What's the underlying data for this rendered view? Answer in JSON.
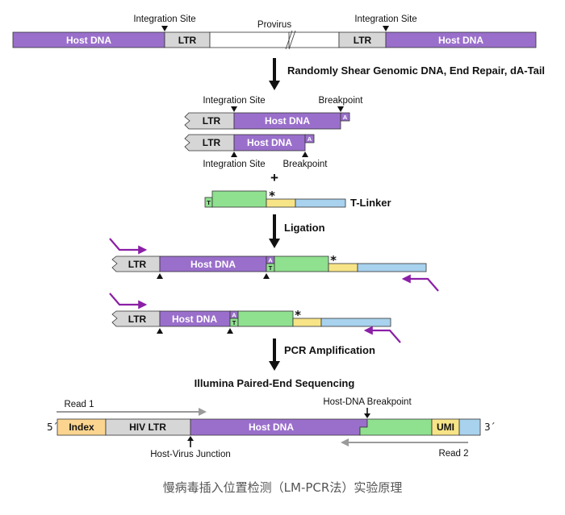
{
  "colors": {
    "host_dna": "#9a6fcb",
    "ltr": "#d6d6d6",
    "green": "#8fe08f",
    "yellow": "#f7e487",
    "blue": "#a8d2ee",
    "orange": "#fbd590",
    "primer": "#8b1fa6",
    "read": "#9a9a9a"
  },
  "labels": {
    "integration_site": "Integration Site",
    "provirus": "Provirus",
    "host_dna": "Host DNA",
    "ltr": "LTR",
    "breakpoint": "Breakpoint",
    "plus": "+",
    "t_linker": "T-Linker",
    "a": "A",
    "t": "T",
    "star": "*",
    "index": "Index",
    "hiv_ltr": "HIV LTR",
    "umi": "UMI",
    "five_prime": "5´",
    "three_prime": "3´",
    "read1": "Read 1",
    "read2": "Read 2",
    "host_dna_breakpoint": "Host-DNA Breakpoint",
    "host_virus_junction": "Host-Virus Junction"
  },
  "steps": {
    "shear": "Randomly Shear Genomic DNA, End Repair, dA-Tail",
    "ligation": "Ligation",
    "pcr": "PCR Amplification",
    "sequencing": "Illumina Paired-End Sequencing"
  },
  "caption": "慢病毒插入位置检测（LM-PCR法）实验原理"
}
